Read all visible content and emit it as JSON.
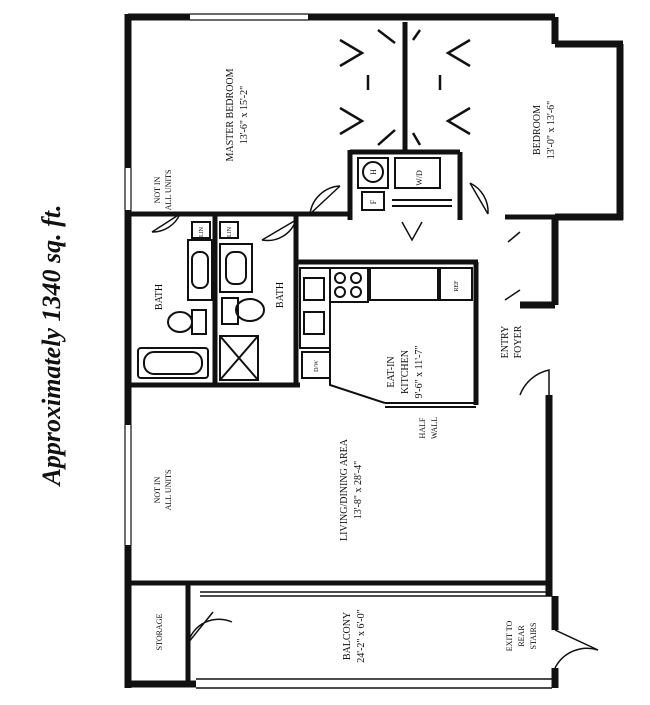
{
  "title": "Approximately 1340 sq. ft.",
  "rooms": {
    "master_bedroom": {
      "name": "MASTER BEDROOM",
      "dims": "13'-6\" x 15'-2\""
    },
    "bedroom": {
      "name": "BEDROOM",
      "dims": "13'-0\" x 13'-6\""
    },
    "kitchen": {
      "name1": "EAT-IN",
      "name2": "KITCHEN",
      "dims": "9'-6\" x 11'-7\""
    },
    "living": {
      "name": "LIVING/DINING AREA",
      "dims": "13'-8\" x 28'-4\""
    },
    "balcony": {
      "name": "BALCONY",
      "dims": "24'-2\" x 6'-0\""
    },
    "bath_left": "BATH",
    "bath_right": "BATH",
    "storage": "STORAGE",
    "entry": {
      "line1": "ENTRY",
      "line2": "FOYER"
    },
    "half_wall": {
      "line1": "HALF",
      "line2": "WALL"
    },
    "exit": {
      "line1": "EXIT TO",
      "line2": "REAR",
      "line3": "STAIRS"
    }
  },
  "notes": {
    "top": {
      "line1": "NOT IN",
      "line2": "ALL UNITS"
    },
    "bottom": {
      "line1": "NOT IN",
      "line2": "ALL UNITS"
    }
  },
  "fixtures": {
    "wd": "W/D",
    "h": "H",
    "f": "F",
    "lin_left": "LIN",
    "lin_right": "LIN",
    "ref": "REF",
    "dw": "D/W"
  }
}
